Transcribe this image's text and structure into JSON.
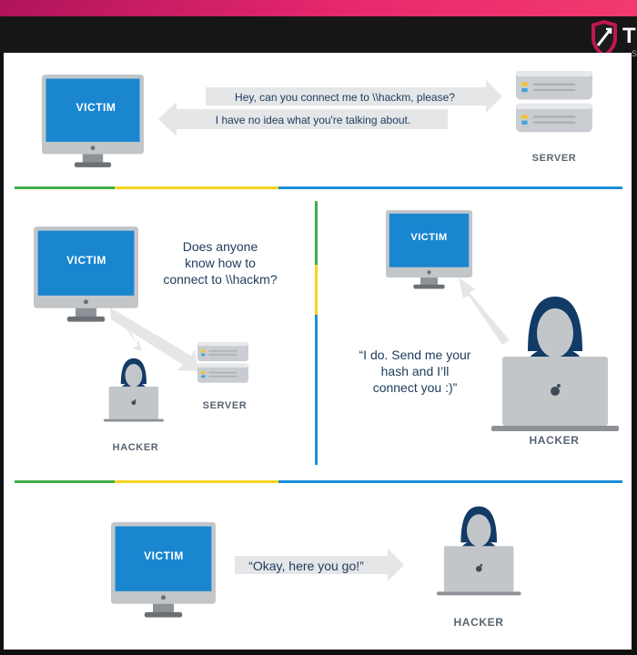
{
  "logo": {
    "letter": "T",
    "sub": "S"
  },
  "panel1": {
    "victim_label": "VICTIM",
    "server_label": "SERVER",
    "request": "Hey, can you connect me to \\\\hackm, please?",
    "reply": "I have no idea what you're talking about."
  },
  "panel2": {
    "victim_label": "VICTIM",
    "server_label": "SERVER",
    "hacker_label": "HACKER",
    "question": [
      "Does anyone",
      "know how to",
      "connect to \\\\hackm?"
    ]
  },
  "panel3": {
    "victim_label": "VICTIM",
    "hacker_label": "HACKER",
    "offer": [
      "“I do. Send me your",
      "hash and I’ll",
      "connect you :)”"
    ]
  },
  "panel4": {
    "victim_label": "VICTIM",
    "hacker_label": "HACKER",
    "handover": "“Okay, here you go!”"
  },
  "colors": {
    "screen_blue": "#1a86d0",
    "hacker_navy": "#123b66",
    "arrow_gray": "#e4e6e8",
    "divider_green": "#3fae49",
    "divider_yellow": "#f6d31e",
    "divider_blue": "#1a8fd6"
  }
}
